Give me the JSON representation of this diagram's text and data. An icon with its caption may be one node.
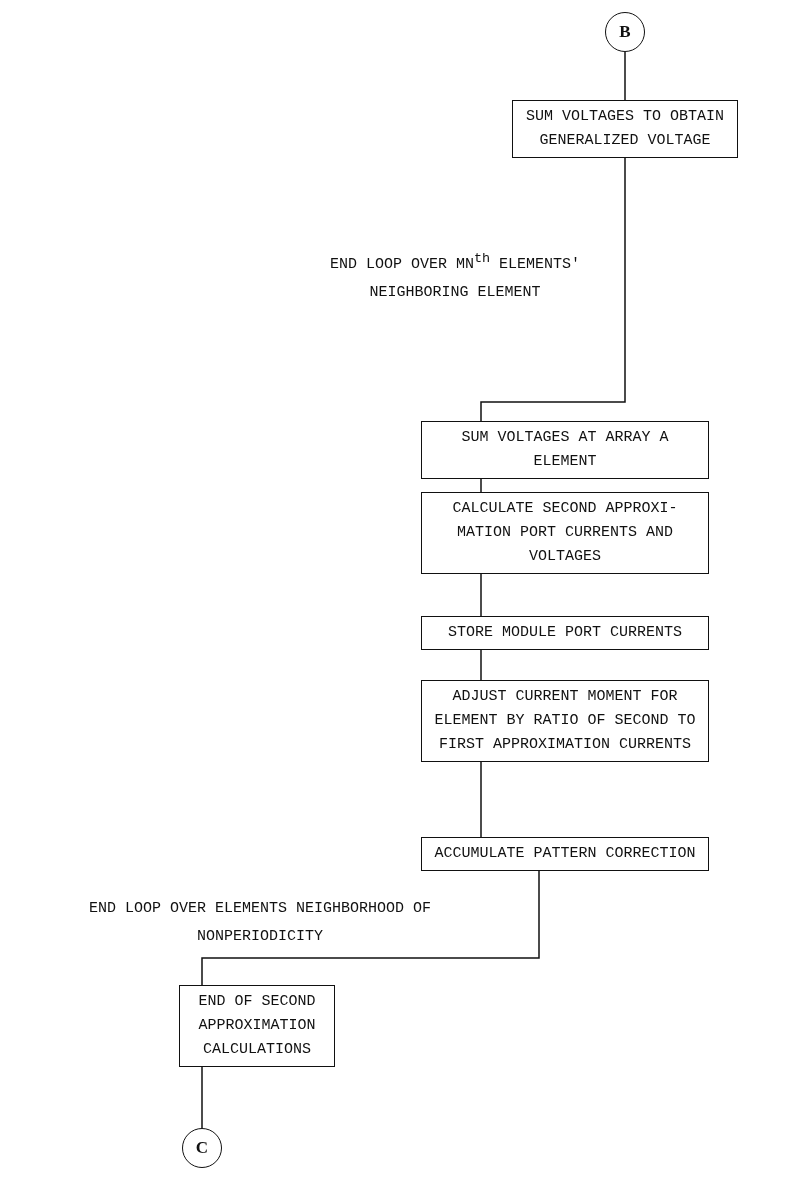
{
  "diagram": {
    "nodes": [
      {
        "text": [
          "B"
        ]
      },
      {
        "text": [
          "SUM VOLTAGES TO OBTAIN GENERALIZED VOLTAGE"
        ]
      },
      {
        "text": [
          "SUM VOLTAGES AT ARRAY A ELEMENT"
        ]
      },
      {
        "text": [
          "CALCULATE SECOND APPROXI- MATION PORT CURRENTS AND VOLTAGES"
        ]
      },
      {
        "text": [
          "STORE MODULE PORT CURRENTS"
        ]
      },
      {
        "text": [
          "ADJUST CURRENT MOMENT FOR ELEMENT BY RATIO OF SECOND TO FIRST APPROXIMATION CURRENTS"
        ]
      },
      {
        "text": [
          "ACCUMULATE PATTERN CORRECTION"
        ]
      },
      {
        "text": [
          "END OF SECOND APPROXIMATION CALCULATIONS"
        ]
      },
      {
        "text": [
          "C"
        ]
      }
    ],
    "edges": [
      {
        "from": 0,
        "to": 1,
        "arrow": "none"
      },
      {
        "from": 1,
        "to": 2,
        "arrow": "none",
        "label": "END LOOP OVER MN$^{th}$ ELEMENTS' NEIGHBORING ELEMENT"
      },
      {
        "from": 2,
        "to": 3,
        "arrow": "none"
      },
      {
        "from": 3,
        "to": 4,
        "arrow": "none"
      },
      {
        "from": 4,
        "to": 5,
        "arrow": "none"
      },
      {
        "from": 5,
        "to": 6,
        "arrow": "none"
      },
      {
        "from": 6,
        "to": 7,
        "arrow": "none",
        "label": "END LOOP OVER ELEMENTS NEIGHBORHOOD OF NONPERIODICITY"
      },
      {
        "from": 7,
        "to": 8,
        "arrow": "none"
      }
    ]
  }
}
